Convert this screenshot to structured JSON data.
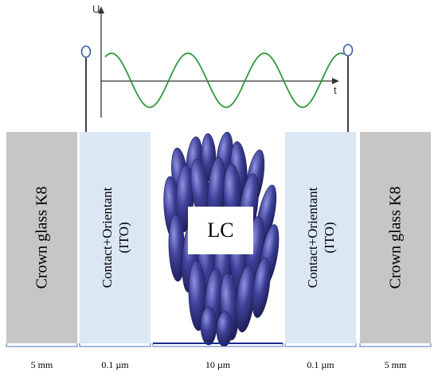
{
  "signal": {
    "axis_y_label": "U",
    "axis_x_label": "t"
  },
  "layers": [
    {
      "key": "glass_left",
      "label": "Crown glass  K8",
      "thickness": "5 mm"
    },
    {
      "key": "contact_left",
      "label_line1": "Contact+Orientant",
      "label_line2": "(ITO)",
      "thickness": "0.1 µm"
    },
    {
      "key": "lc",
      "label": "LC",
      "thickness": "10 µm"
    },
    {
      "key": "contact_right",
      "label_line1": "Contact+Orientant",
      "label_line2": "(ITO)",
      "thickness": "0.1 µm"
    },
    {
      "key": "glass_right",
      "label": "Crown glass  K8",
      "thickness": "5 mm"
    }
  ],
  "colors": {
    "glass": "#c8c5c6",
    "contact": "#dbe8f4",
    "lc_molecules": "#3b3d92",
    "sine_wave": "#2f9a3a",
    "electrode_circle": "#3a5ea8",
    "dimension_line": "#6a8fc8"
  }
}
